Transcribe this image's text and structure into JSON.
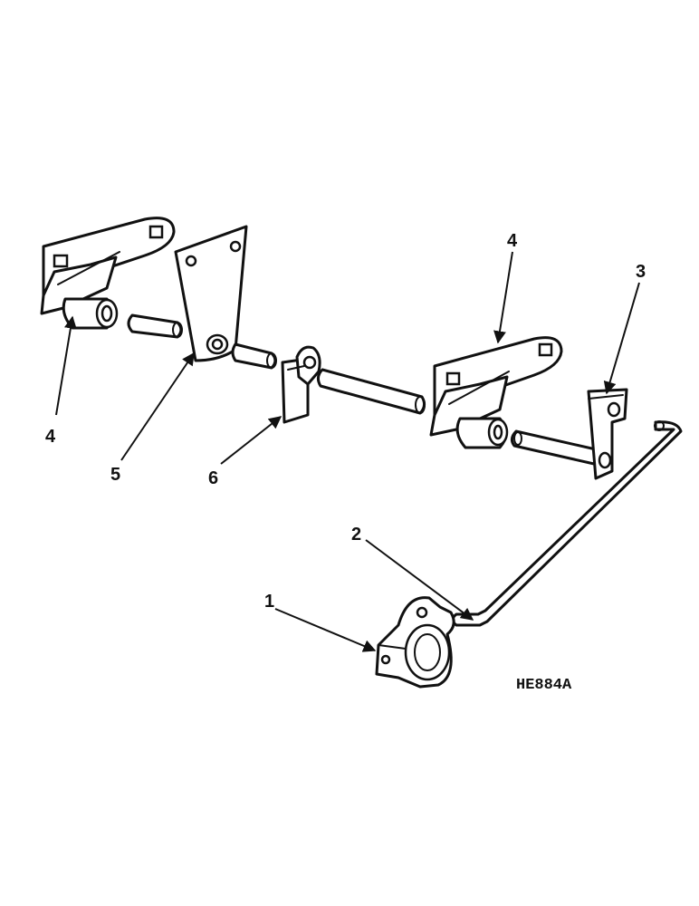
{
  "figure_code": "HE884A",
  "callouts": {
    "c1": "1",
    "c2": "2",
    "c3": "3",
    "c4_left": "4",
    "c4_right": "4",
    "c5": "5",
    "c6": "6"
  },
  "colors": {
    "ink": "#111111",
    "paper": "#ffffff"
  }
}
